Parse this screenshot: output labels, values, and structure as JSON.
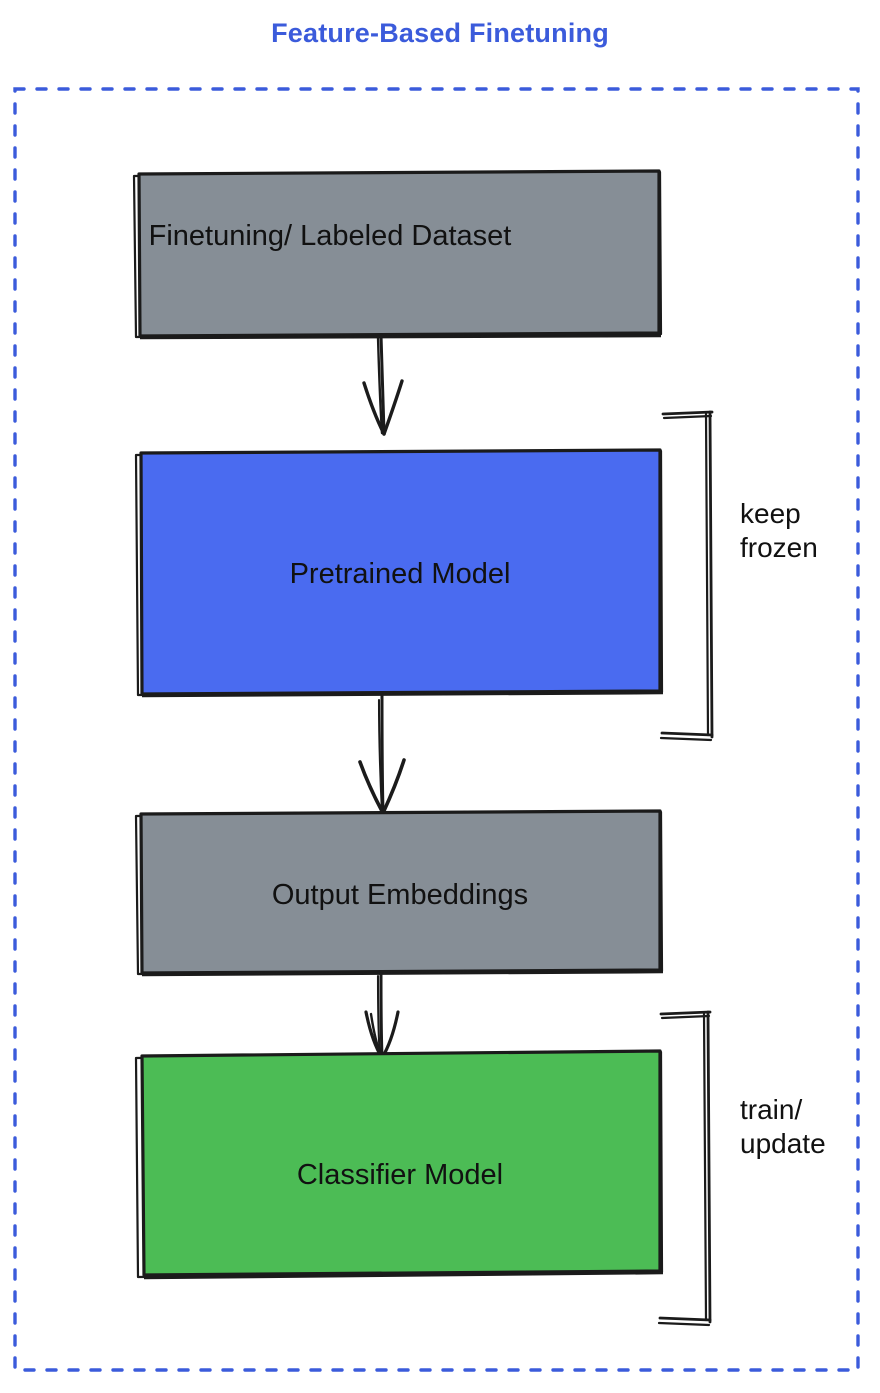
{
  "diagram": {
    "title": "Feature-Based Finetuning",
    "title_color": "#3b5bdb",
    "container": {
      "name": "dashed-outline-frame",
      "border_color": "#3b5bdb",
      "border_style": "dashed"
    },
    "nodes": [
      {
        "id": "finetuning-dataset",
        "label": "Finetuning/ Labeled Dataset",
        "fill": "#868e96",
        "stroke": "#1b1b1b",
        "label_align": "top"
      },
      {
        "id": "pretrained-model",
        "label": "Pretrained Model",
        "fill": "#4a6bf0",
        "stroke": "#1b1b1b",
        "label_align": "middle"
      },
      {
        "id": "output-embeddings",
        "label": "Output Embeddings",
        "fill": "#868e96",
        "stroke": "#1b1b1b",
        "label_align": "middle"
      },
      {
        "id": "classifier-model",
        "label": "Classifier Model",
        "fill": "#4cbc55",
        "stroke": "#1b1b1b",
        "label_align": "middle"
      }
    ],
    "edges": [
      {
        "id": "edge-dataset-to-pretrained",
        "from": "finetuning-dataset",
        "to": "pretrained-model"
      },
      {
        "id": "edge-pretrained-to-embeddings",
        "from": "pretrained-model",
        "to": "output-embeddings"
      },
      {
        "id": "edge-embeddings-to-classifier",
        "from": "output-embeddings",
        "to": "classifier-model"
      }
    ],
    "brackets": [
      {
        "id": "bracket-keep-frozen",
        "label": "keep\nfrozen",
        "targets": [
          "pretrained-model"
        ]
      },
      {
        "id": "bracket-train-update",
        "label": "train/\nupdate",
        "targets": [
          "classifier-model"
        ]
      }
    ]
  }
}
